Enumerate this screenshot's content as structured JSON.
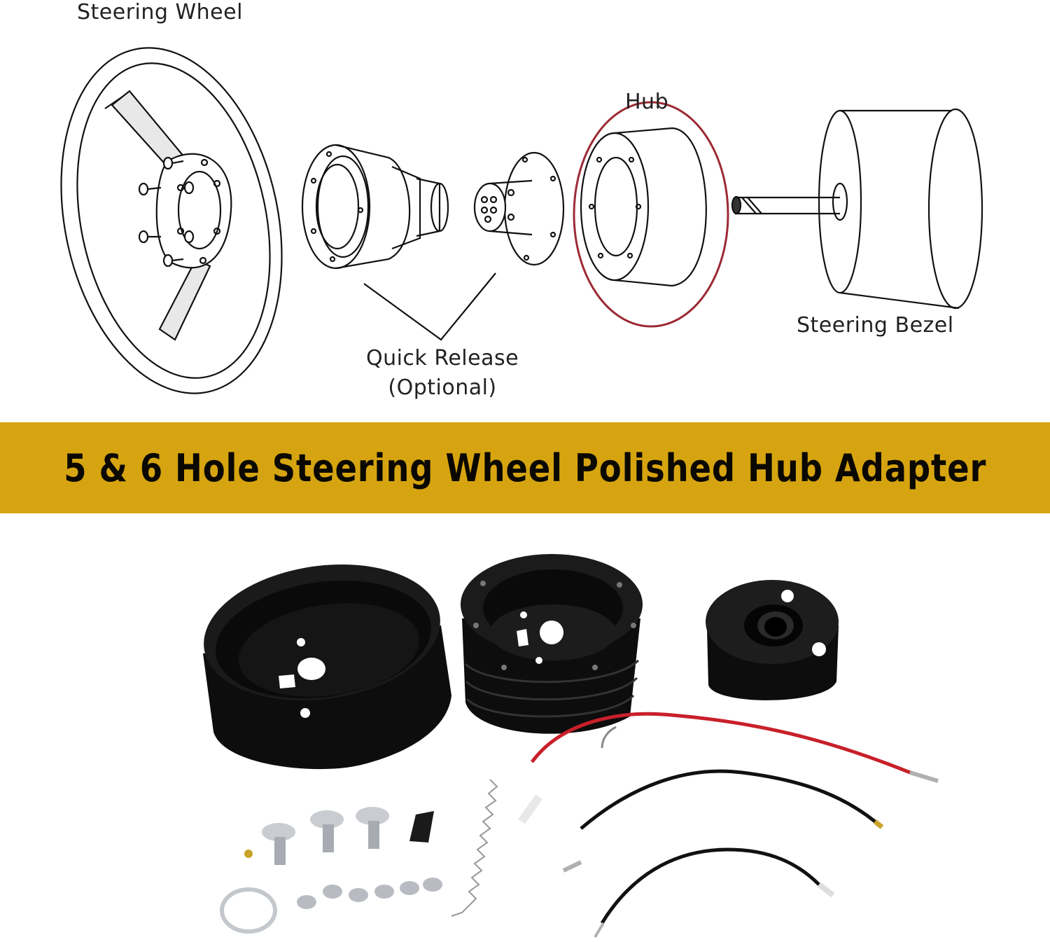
{
  "labels": {
    "steering_wheel": "Steering Wheel",
    "hub": "Hub",
    "steering_bezel": "Steering Bezel",
    "quick_release_line1": "Quick Release",
    "quick_release_line2": "(Optional)"
  },
  "banner": {
    "title": "5 & 6 Hole Steering Wheel Polished Hub Adapter"
  },
  "colors": {
    "banner_bg": "#d6a410",
    "hub_highlight": "#9c2a34",
    "part_black": "#111111",
    "wire_red": "#c8202a"
  },
  "parts": {
    "items": [
      "horn-cup",
      "hub-adapter",
      "shaft-adapter",
      "red-wire",
      "black-wire-long",
      "black-wire-short",
      "bolts",
      "horn-contact",
      "spring",
      "washer",
      "screws",
      "brass-pin"
    ]
  }
}
